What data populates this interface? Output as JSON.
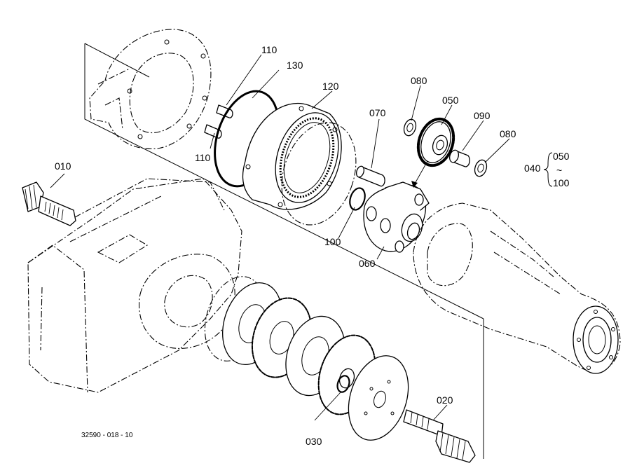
{
  "drawing_id": "32590 - 018 - 10",
  "callouts": {
    "c010": "010",
    "c020": "020",
    "c030": "030",
    "c040": "040",
    "c050": "050",
    "c060": "060",
    "c070": "070",
    "c080a": "080",
    "c080b": "080",
    "c090": "090",
    "c100": "100",
    "c110a": "110",
    "c110b": "110",
    "c120": "120",
    "c130": "130"
  },
  "assembly_bracket": {
    "top": "050",
    "tilde": "~",
    "bottom": "100"
  }
}
